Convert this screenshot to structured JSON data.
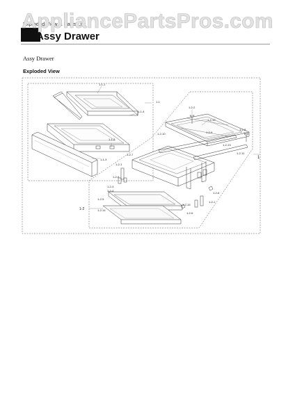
{
  "watermark": "AppliancePartsPros.com",
  "breadcrumb": "Exploded View & Parts List",
  "title": "Assy Drawer",
  "subtitle": "Assy Drawer",
  "section_title": "Exploded View",
  "callouts": {
    "c_1_1_1": "1-1-1",
    "c_1_1": "1-1",
    "c_1_1_4": "1-1-4",
    "c_1_1_2": "1-1-2",
    "c_1_1_3": "1-1-3",
    "c_1_2_2": "1-2-2",
    "c_1_2_12": "1-2-12",
    "c_1_2_8": "1-2-8",
    "c_1_2_10": "1-2-10",
    "c_1_2_9": "1-2-9",
    "c_1_2_13": "1-2-13",
    "c_1_2_11": "1-2-11",
    "c_1": "1",
    "c_1_2_1": "1-2-1",
    "c_1_2_6": "1-2-6",
    "c_1_2_7": "1-2-7",
    "c_1_2_3": "1-2-3",
    "c_1_2_4": "1-2-4",
    "c_1_2": "1-2",
    "c_1_2_5": "1-2-5",
    "c_1_2_14": "1-2-14",
    "c_1_2_6b": "1-2-6",
    "c_1_2_1b": "1-2-1",
    "c_1_2_6c": "1-2-6",
    "c_1_2_15": "1-2-15"
  }
}
